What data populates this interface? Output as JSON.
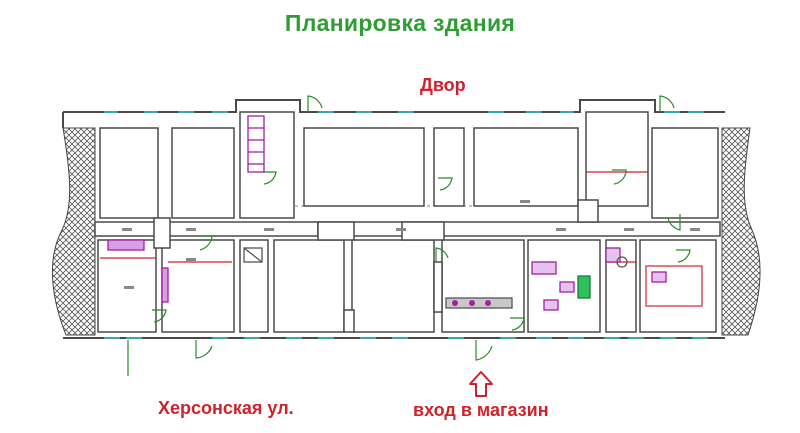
{
  "title": "Планировка здания",
  "labels": {
    "courtyard": "Двор",
    "street": "Херсонская ул.",
    "entrance": "вход в магазин"
  },
  "icons": {
    "entrance_arrow": "up-arrow-icon",
    "hatch": "crosshatch-pattern"
  },
  "colors": {
    "title": "#2e9e34",
    "labels": "#d0222b",
    "walls": "#4a4a4a",
    "windows": "#3aa8a8",
    "fixtures": "#a020a0",
    "doors": "#2a8a2a",
    "red_lines": "#d0222b"
  }
}
